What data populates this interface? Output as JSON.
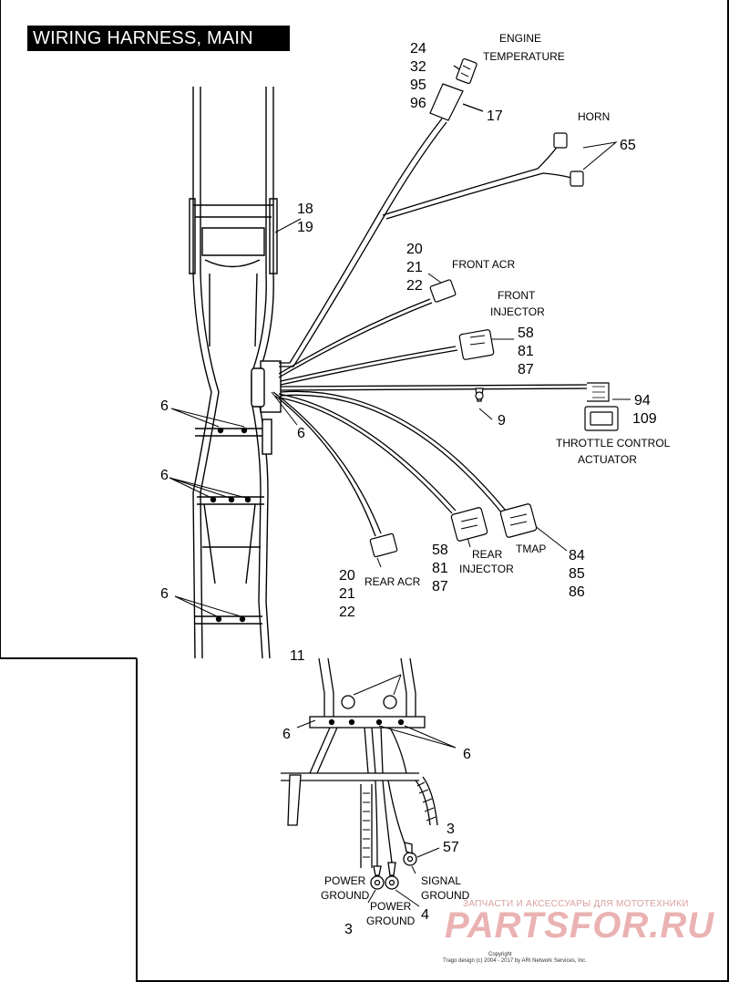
{
  "title": "WIRING HARNESS, MAIN",
  "callouts": {
    "engine_temp_parts": [
      "24",
      "32",
      "95",
      "96"
    ],
    "engine_temp_label": [
      "ENGINE",
      "TEMPERATURE"
    ],
    "harness_part": "17",
    "horn_label": "HORN",
    "horn_part": "65",
    "frame_parts": [
      "18",
      "19"
    ],
    "front_acr_parts": [
      "20",
      "21",
      "22"
    ],
    "front_acr_label": "FRONT ACR",
    "front_injector_label": [
      "FRONT",
      "INJECTOR"
    ],
    "front_injector_parts": [
      "58",
      "81",
      "87"
    ],
    "throttle_parts": [
      "94",
      "109"
    ],
    "clip_part": "9",
    "throttle_label": [
      "THROTTLE CONTROL",
      "ACTUATOR"
    ],
    "tie_part": "6",
    "rear_acr_parts": [
      "20",
      "21",
      "22"
    ],
    "rear_acr_label": "REAR ACR",
    "rear_injector_parts": [
      "58",
      "81",
      "87"
    ],
    "rear_injector_label": [
      "REAR",
      "INJECTOR"
    ],
    "tmap_label": "TMAP",
    "tmap_parts": [
      "84",
      "85",
      "86"
    ],
    "cut_part": "11",
    "signal_ground_parts": [
      "3",
      "57"
    ],
    "power_ground_left_label": [
      "POWER",
      "GROUND"
    ],
    "power_ground_left_part": "3",
    "power_ground_mid_label": [
      "POWER",
      "GROUND"
    ],
    "power_ground_mid_part": "4",
    "signal_ground_label": [
      "SIGNAL",
      "GROUND"
    ]
  },
  "footer": {
    "copyright_line1": "Copyright",
    "copyright_line2": "Trago design (c) 2004 - 2017 by ARI Network Services, Inc."
  },
  "watermark": {
    "tagline": "ЗАПЧАСТИ И АКСЕССУАРЫ ДЛЯ МОТОТЕХНИКИ",
    "brand": "PARTSFOR.RU"
  }
}
